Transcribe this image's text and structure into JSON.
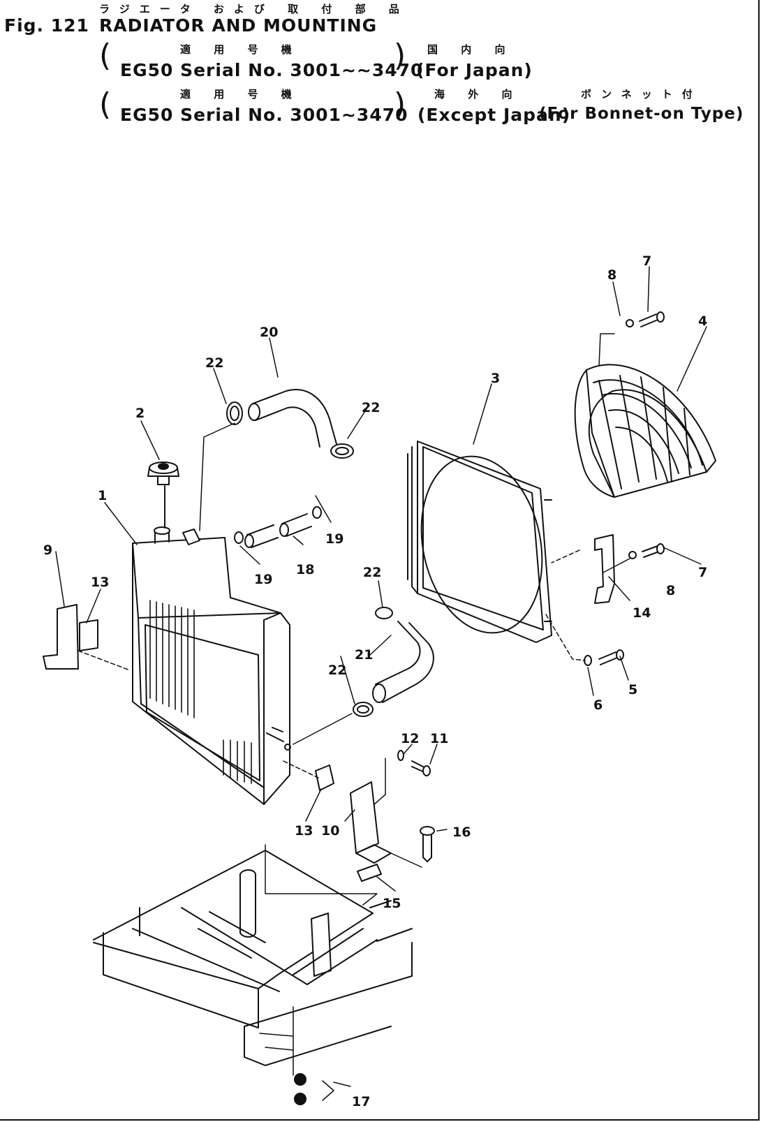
{
  "header": {
    "title_jp": "ラジエータ および 取 付 部 品",
    "fig_label": "Fig. 121",
    "title": "RADIATOR AND MOUNTING",
    "line1": {
      "jp_applicable": "適 用 号 機",
      "serial": "EG50 Serial No. 3001~~3470",
      "jp_market": "国 内 向",
      "market": "(For Japan)"
    },
    "line2": {
      "jp_applicable": "適 用 号 機",
      "serial": "EG50 Serial No. 3001~3470",
      "jp_market": "海 外 向",
      "jp_option": "ボンネット付",
      "market": "(Except Japan)",
      "option": "(For Bonnet-on Type)"
    }
  },
  "callouts": {
    "p1": "1",
    "p2": "2",
    "p3": "3",
    "p4": "4",
    "p5": "5",
    "p6": "6",
    "p7a": "7",
    "p7b": "7",
    "p8a": "8",
    "p8b": "8",
    "p9": "9",
    "p10": "10",
    "p11": "11",
    "p12": "12",
    "p13a": "13",
    "p13b": "13",
    "p14": "14",
    "p15": "15",
    "p16": "16",
    "p17": "17",
    "p18": "18",
    "p19a": "19",
    "p19b": "19",
    "p20": "20",
    "p21": "21",
    "p22a": "22",
    "p22b": "22",
    "p22c": "22",
    "p22d": "22"
  },
  "colors": {
    "ink": "#111111",
    "paper": "#ffffff"
  }
}
